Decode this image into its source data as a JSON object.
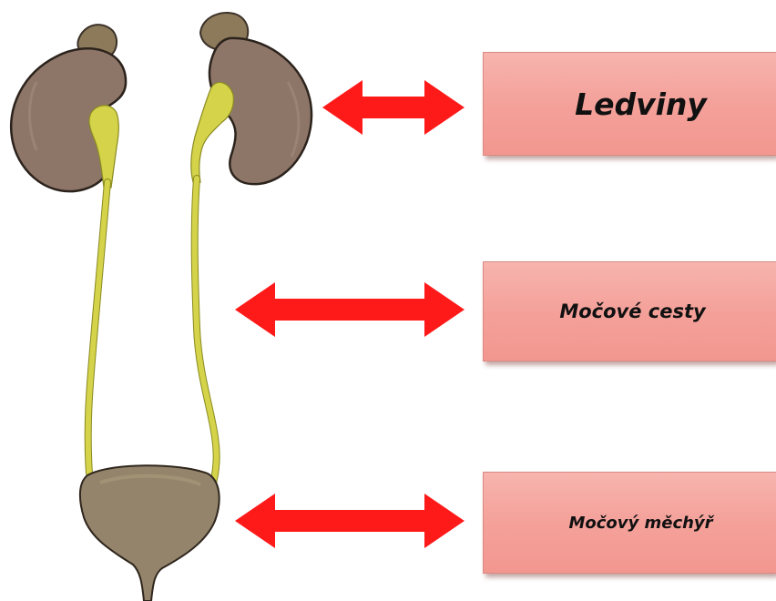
{
  "labels": {
    "kidneys": "Ledviny",
    "ureters": "Močové cesty",
    "bladder": "Močový měchýř"
  },
  "colors": {
    "arrow": "#ff1a1a",
    "box_fill": "#f4a19a",
    "kidney": "#8d7668",
    "ureter": "#d4d34a",
    "bladder": "#94846b"
  }
}
